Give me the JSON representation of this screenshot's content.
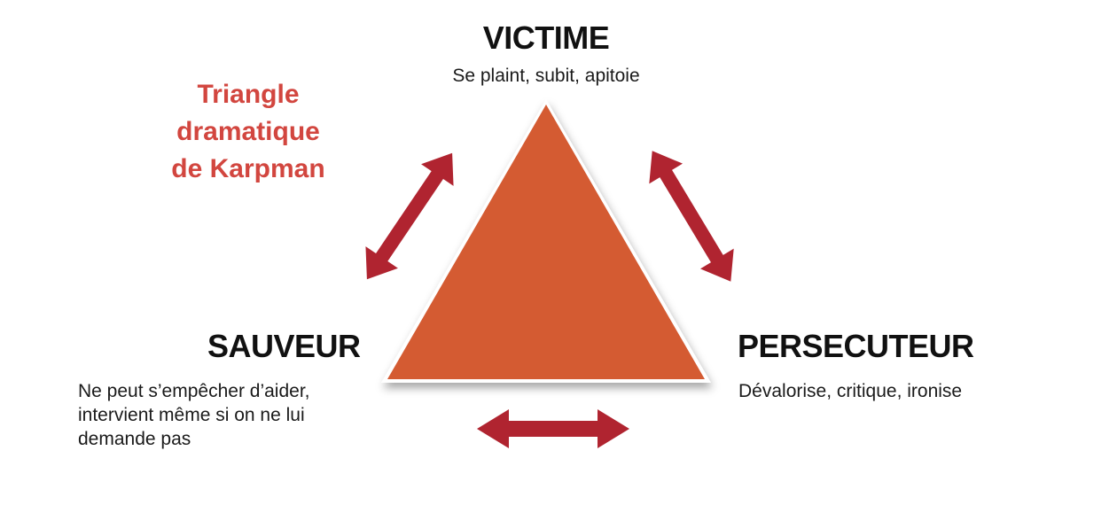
{
  "title": {
    "lines": [
      "Triangle",
      "dramatique",
      "de Karpman"
    ]
  },
  "roles": {
    "victime": {
      "name": "VICTIME",
      "description": "Se plaint, subit, apitoie"
    },
    "sauveur": {
      "name": "SAUVEUR",
      "description_lines": [
        "Ne peut s’empêcher d’aider,",
        "intervient même si on ne lui",
        "demande pas"
      ]
    },
    "persecuteur": {
      "name": "PERSECUTEUR",
      "description": "Dévalorise, critique, ironise"
    }
  },
  "colors": {
    "triangle": "#D45B32",
    "arrows": "#B02430",
    "title": "#D2463F"
  }
}
